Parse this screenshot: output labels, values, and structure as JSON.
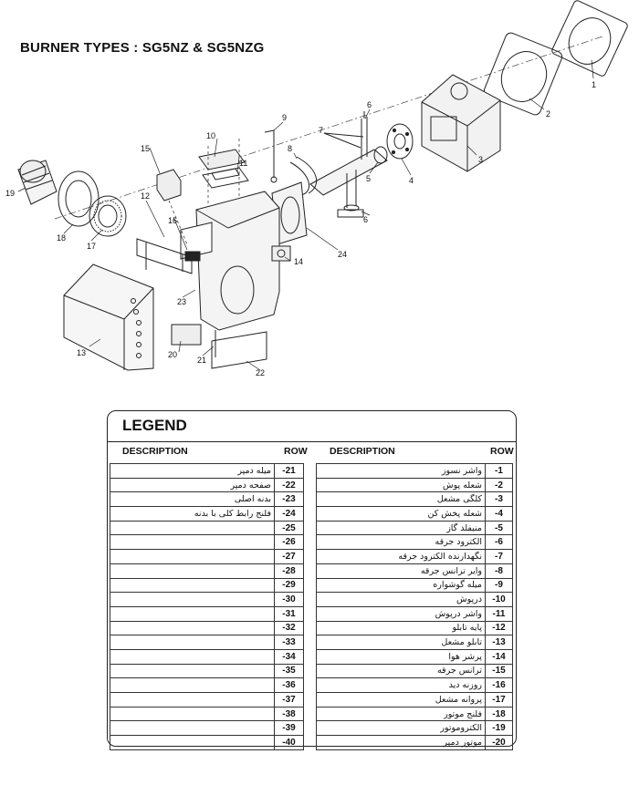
{
  "title": "BURNER TYPES : SG5NZ  & SG5NZG",
  "diagram": {
    "callouts": [
      "1",
      "2",
      "3",
      "4",
      "5",
      "6",
      "6",
      "7",
      "8",
      "9",
      "10",
      "11",
      "12",
      "13",
      "14",
      "15",
      "16",
      "17",
      "18",
      "19",
      "20",
      "21",
      "22",
      "23",
      "24"
    ]
  },
  "legend": {
    "title": "LEGEND",
    "left_desc_header": "DESCRIPTION",
    "left_row_header": "ROW",
    "right_desc_header": "DESCRIPTION",
    "right_row_header": "ROW",
    "right_rows": [
      {
        "row": "-1",
        "desc": "واشر نسوز"
      },
      {
        "row": "-2",
        "desc": "شعله پوش"
      },
      {
        "row": "-3",
        "desc": "کلگی مشعل"
      },
      {
        "row": "-4",
        "desc": "شعله پخش کن"
      },
      {
        "row": "-5",
        "desc": "منیفلد گاز"
      },
      {
        "row": "-6",
        "desc": "الکترود جرقه"
      },
      {
        "row": "-7",
        "desc": "نگهدارنده الکترود جرقه"
      },
      {
        "row": "-8",
        "desc": "وایر ترانس جرقه"
      },
      {
        "row": "-9",
        "desc": "میله گوشواره"
      },
      {
        "row": "-10",
        "desc": "درپوش"
      },
      {
        "row": "-11",
        "desc": "واشر درپوش"
      },
      {
        "row": "-12",
        "desc": "پایه تابلو"
      },
      {
        "row": "-13",
        "desc": "تابلو مشعل"
      },
      {
        "row": "-14",
        "desc": "پرشر هوا"
      },
      {
        "row": "-15",
        "desc": "ترانس جرقه"
      },
      {
        "row": "-16",
        "desc": "روزنه دید"
      },
      {
        "row": "-17",
        "desc": "پروانه مشعل"
      },
      {
        "row": "-18",
        "desc": "فلنج موتور"
      },
      {
        "row": "-19",
        "desc": "الکتروموتور"
      },
      {
        "row": "-20",
        "desc": "موتور دمپر"
      }
    ],
    "left_rows": [
      {
        "row": "-21",
        "desc": "میله دمپر"
      },
      {
        "row": "-22",
        "desc": "صفحه دمپر"
      },
      {
        "row": "-23",
        "desc": "بدنه اصلی"
      },
      {
        "row": "-24",
        "desc": "فلنج رابط کلی با بدنه"
      },
      {
        "row": "-25",
        "desc": ""
      },
      {
        "row": "-26",
        "desc": ""
      },
      {
        "row": "-27",
        "desc": ""
      },
      {
        "row": "-28",
        "desc": ""
      },
      {
        "row": "-29",
        "desc": ""
      },
      {
        "row": "-30",
        "desc": ""
      },
      {
        "row": "-31",
        "desc": ""
      },
      {
        "row": "-32",
        "desc": ""
      },
      {
        "row": "-33",
        "desc": ""
      },
      {
        "row": "-34",
        "desc": ""
      },
      {
        "row": "-35",
        "desc": ""
      },
      {
        "row": "-36",
        "desc": ""
      },
      {
        "row": "-37",
        "desc": ""
      },
      {
        "row": "-38",
        "desc": ""
      },
      {
        "row": "-39",
        "desc": ""
      },
      {
        "row": "-40",
        "desc": ""
      }
    ]
  }
}
